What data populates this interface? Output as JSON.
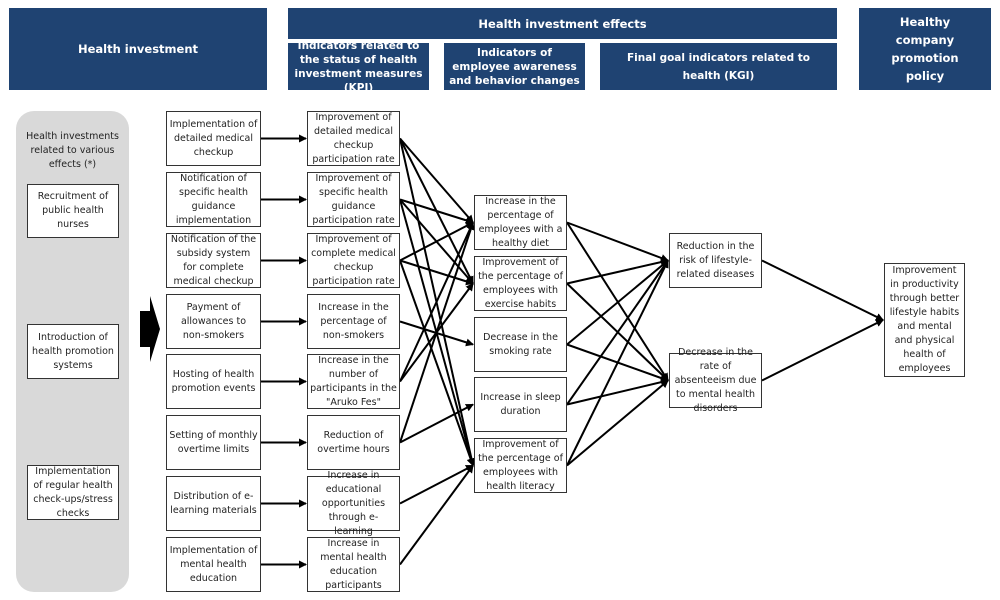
{
  "header": {
    "health_investment": "Health investment",
    "effects": "Health investment effects",
    "kpi": "Indicators related to the status of health investment measures (KPI)",
    "awareness": "Indicators of employee awareness and behavior changes",
    "kgi": "Final goal indicators related to health (KGI)",
    "policy": "Healthy company promotion policy"
  },
  "sidebar": {
    "title": "Health investments related to various effects (*)",
    "items": [
      "Recruitment of public health nurses",
      "Introduction of health promotion systems",
      "Implementation of regular health check-ups/stress checks"
    ]
  },
  "investments": [
    "Implementation of detailed medical checkup",
    "Notification of specific health guidance implementation",
    "Notification of the subsidy system for complete medical checkup",
    "Payment of allowances to non-smokers",
    "Hosting of health promotion events",
    "Setting of monthly overtime limits",
    "Distribution of e-learning materials",
    "Implementation of mental health education"
  ],
  "kpis": [
    "Improvement of detailed medical checkup participation rate",
    "Improvement of specific health guidance participation rate",
    "Improvement of complete medical checkup participation rate",
    "Increase in the percentage of non-smokers",
    "Increase in the number of participants in the \"Aruko Fes\"",
    "Reduction of overtime hours",
    "Increase in educational opportunities through e-learning",
    "Increase in mental health education participants"
  ],
  "behaviors": [
    "Increase in the percentage of employees with a healthy diet",
    "Improvement of the percentage of employees with exercise habits",
    "Decrease in the smoking rate",
    "Increase in sleep duration",
    "Improvement of the percentage of employees with health literacy"
  ],
  "kgis": [
    "Reduction in the risk of lifestyle-related diseases",
    "Decrease in the rate of absenteeism due to mental health disorders"
  ],
  "goal": "Improvement in productivity through better lifestyle habits and mental and physical health of employees",
  "links": {
    "kpi_to_behavior": [
      [
        0,
        0
      ],
      [
        0,
        1
      ],
      [
        0,
        4
      ],
      [
        1,
        0
      ],
      [
        1,
        1
      ],
      [
        1,
        4
      ],
      [
        2,
        0
      ],
      [
        2,
        1
      ],
      [
        2,
        4
      ],
      [
        3,
        2
      ],
      [
        4,
        0
      ],
      [
        4,
        1
      ],
      [
        5,
        0
      ],
      [
        5,
        3
      ],
      [
        6,
        4
      ],
      [
        7,
        4
      ]
    ],
    "behavior_to_kgi": [
      [
        0,
        0
      ],
      [
        0,
        1
      ],
      [
        1,
        0
      ],
      [
        1,
        1
      ],
      [
        2,
        0
      ],
      [
        2,
        1
      ],
      [
        3,
        0
      ],
      [
        3,
        1
      ],
      [
        4,
        0
      ],
      [
        4,
        1
      ]
    ],
    "kgi_to_goal": [
      [
        0,
        0
      ],
      [
        1,
        0
      ]
    ]
  },
  "colors": {
    "header_bg": "#1f4372",
    "sidebar_bg": "#d9d9d9"
  }
}
